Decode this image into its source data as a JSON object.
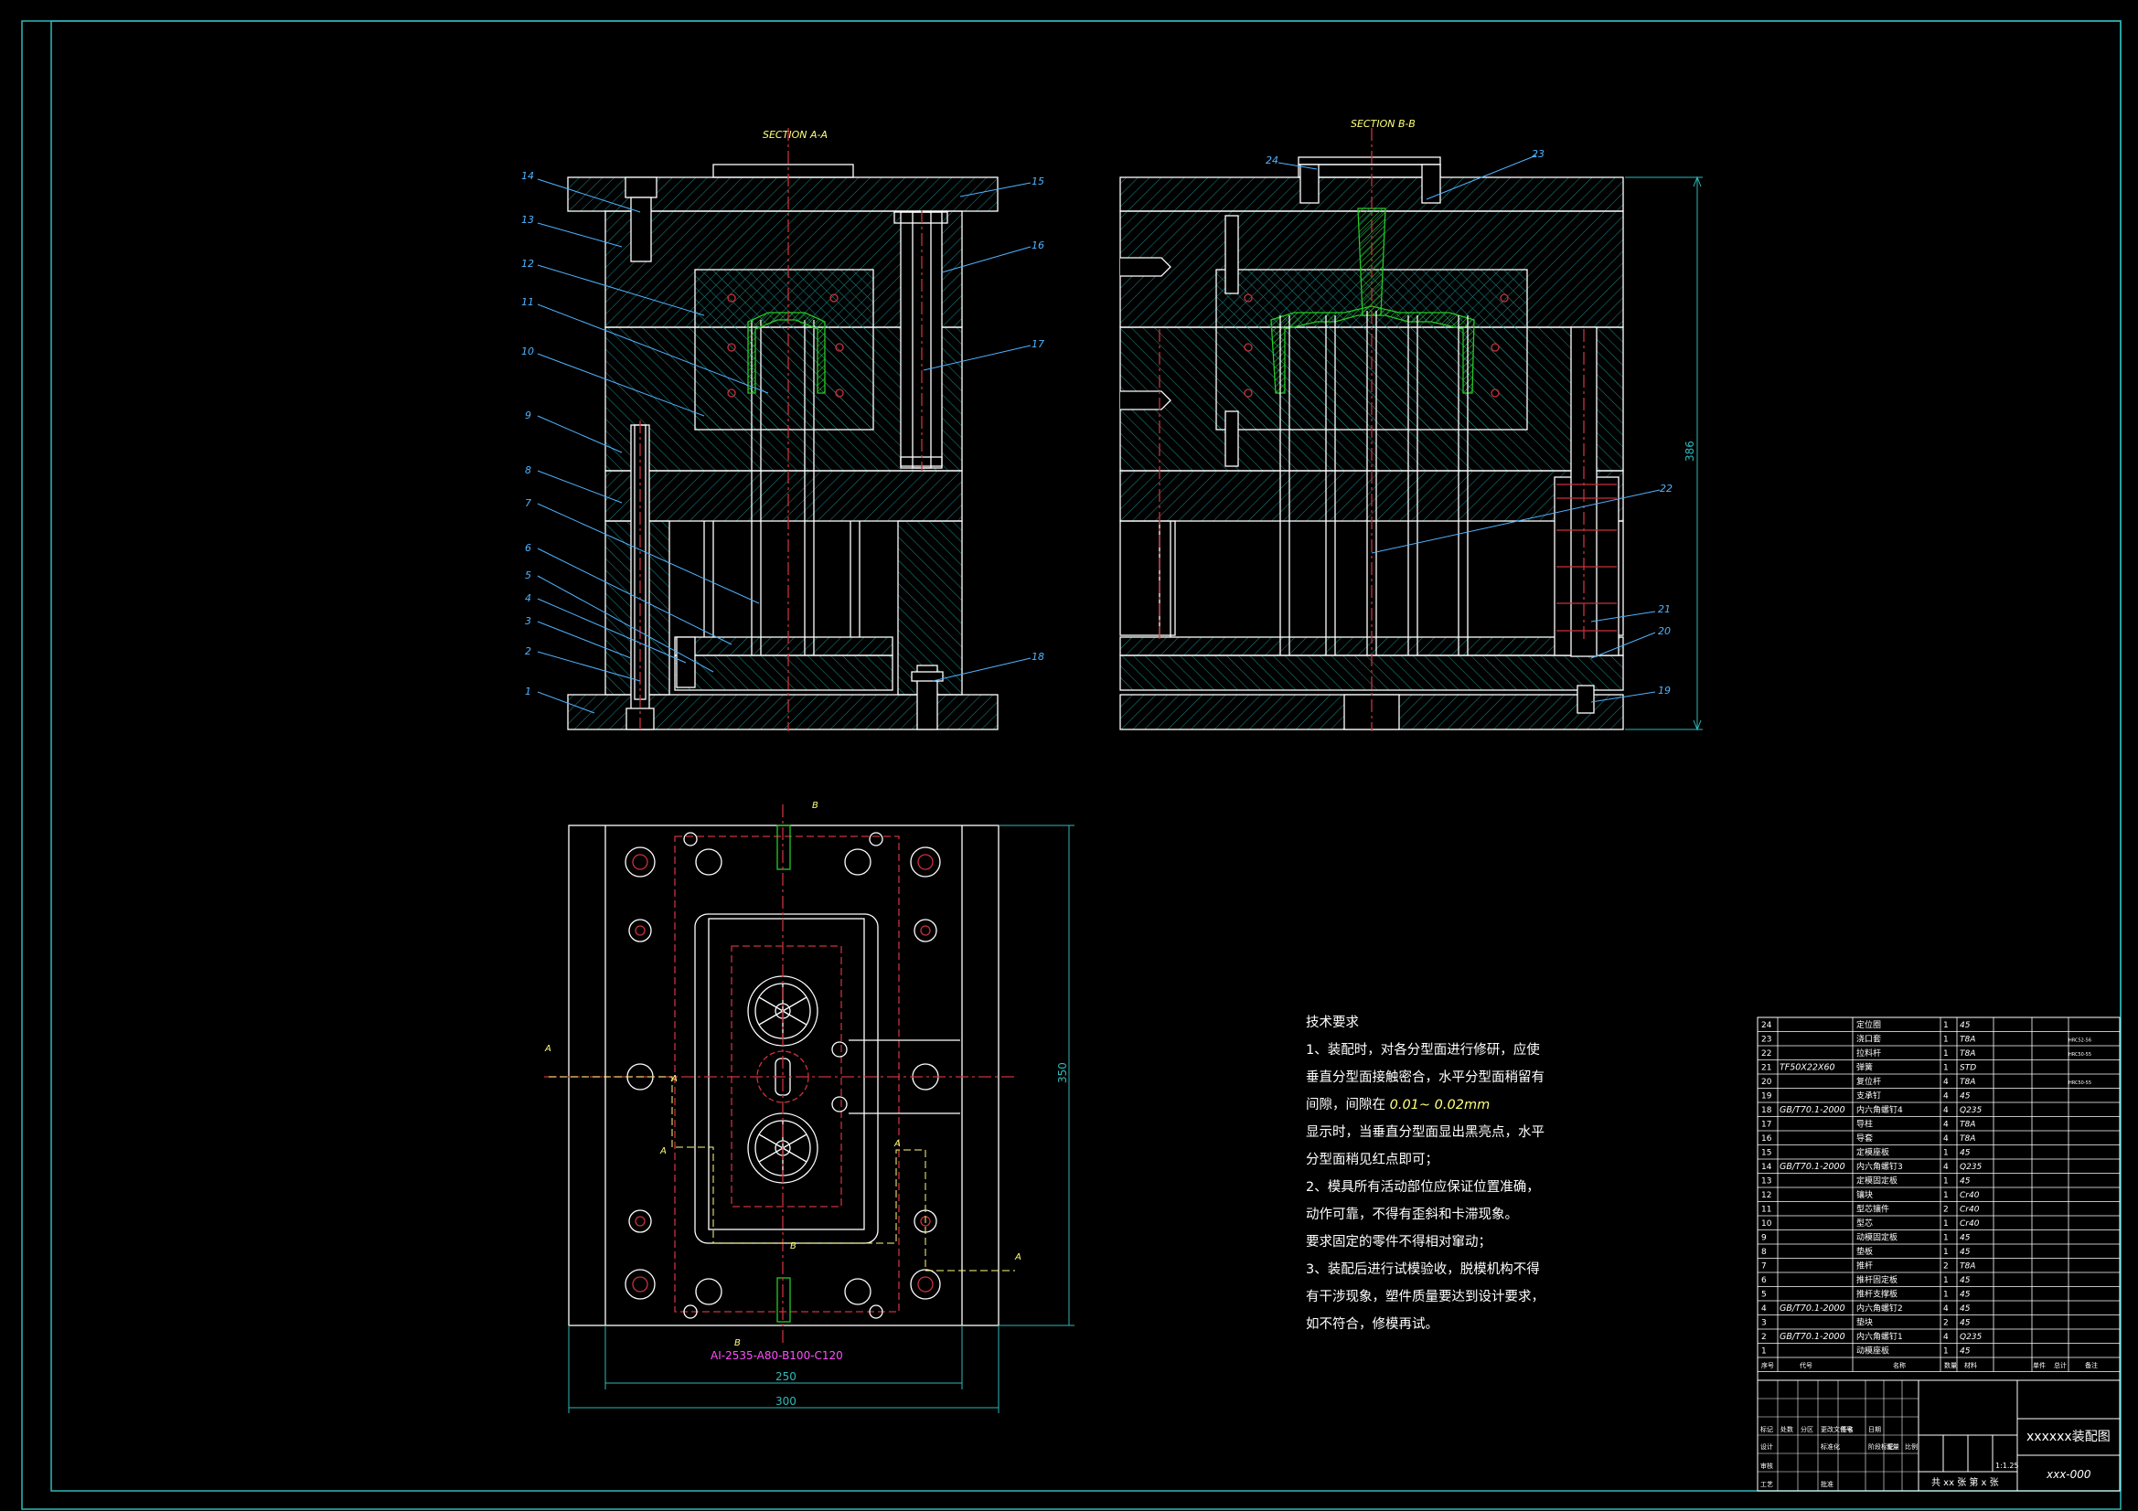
{
  "colors": {
    "bg": "#000000",
    "frame": "#2fb9b9",
    "outline": "#ffffff",
    "hatch": "#1e8a8a",
    "center": "#c8323c",
    "part": "#27c927",
    "leader": "#4fb3ff",
    "dim": "#2fb9b9",
    "label": "#ffff7a",
    "note": "#ff4fff"
  },
  "views": {
    "section_aa": "SECTION A-A",
    "section_bb": "SECTION B-B",
    "callouts_left": [
      "14",
      "13",
      "12",
      "11",
      "10",
      "9",
      "8",
      "7",
      "6",
      "5",
      "4",
      "3",
      "2",
      "1"
    ],
    "callouts_right_left": [
      "15",
      "16",
      "17",
      "18"
    ],
    "callouts_bb": [
      "24",
      "23",
      "22",
      "21",
      "20",
      "19"
    ],
    "dim_386": "386",
    "dim_350": "350",
    "dim_250": "250",
    "dim_300": "300",
    "cut_b": "B",
    "cut_a": "A",
    "mold_base": "AI-2535-A80-B100-C120"
  },
  "tech": {
    "title": "技术要求",
    "l1": "1、装配时，对各分型面进行修研，应使",
    "l2": "垂直分型面接触密合，水平分型面稍留有",
    "l3a": "间隙，间隙在",
    "l3b": "0.01~ 0.02mm",
    "l4": "显示时，当垂直分型面显出黑亮点，水平",
    "l5": "分型面稍见红点即可；",
    "l6": "2、模具所有活动部位应保证位置准确，",
    "l7": "动作可靠，不得有歪斜和卡滞现象。",
    "l8": "要求固定的零件不得相对窜动；",
    "l9": "3、装配后进行试模验收，脱模机构不得",
    "l10": "有干涉现象，塑件质量要达到设计要求，",
    "l11": "如不符合，修模再试。"
  },
  "bom": [
    [
      "24",
      "",
      "定位圈",
      "1",
      "45",
      ""
    ],
    [
      "23",
      "",
      "浇口套",
      "1",
      "T8A",
      "HRC52-56"
    ],
    [
      "22",
      "",
      "拉料杆",
      "1",
      "T8A",
      "HRC50-55"
    ],
    [
      "21",
      "TF50X22X60",
      "弹簧",
      "1",
      "STD",
      ""
    ],
    [
      "20",
      "",
      "复位杆",
      "4",
      "T8A",
      "HRC50-55"
    ],
    [
      "19",
      "",
      "支承钉",
      "4",
      "45",
      ""
    ],
    [
      "18",
      "GB/T70.1-2000",
      "内六角螺钉4",
      "4",
      "Q235",
      ""
    ],
    [
      "17",
      "",
      "导柱",
      "4",
      "T8A",
      ""
    ],
    [
      "16",
      "",
      "导套",
      "4",
      "T8A",
      ""
    ],
    [
      "15",
      "",
      "定模座板",
      "1",
      "45",
      ""
    ],
    [
      "14",
      "GB/T70.1-2000",
      "内六角螺钉3",
      "4",
      "Q235",
      ""
    ],
    [
      "13",
      "",
      "定模固定板",
      "1",
      "45",
      ""
    ],
    [
      "12",
      "",
      "镶块",
      "1",
      "Cr40",
      ""
    ],
    [
      "11",
      "",
      "型芯镶件",
      "2",
      "Cr40",
      ""
    ],
    [
      "10",
      "",
      "型芯",
      "1",
      "Cr40",
      ""
    ],
    [
      "9",
      "",
      "动模固定板",
      "1",
      "45",
      ""
    ],
    [
      "8",
      "",
      "垫板",
      "1",
      "45",
      ""
    ],
    [
      "7",
      "",
      "推杆",
      "2",
      "T8A",
      ""
    ],
    [
      "6",
      "",
      "推杆固定板",
      "1",
      "45",
      ""
    ],
    [
      "5",
      "",
      "推杆支撑板",
      "1",
      "45",
      ""
    ],
    [
      "4",
      "GB/T70.1-2000",
      "内六角螺钉2",
      "4",
      "45",
      ""
    ],
    [
      "3",
      "",
      "垫块",
      "2",
      "45",
      ""
    ],
    [
      "2",
      "GB/T70.1-2000",
      "内六角螺钉1",
      "4",
      "Q235",
      ""
    ],
    [
      "1",
      "",
      "动模座板",
      "1",
      "45",
      ""
    ]
  ],
  "bom_header": [
    "序号",
    "代号",
    "名称",
    "数量",
    "材料",
    "单件",
    "总计",
    "备注"
  ],
  "title_block": {
    "drawing_name": "xxxxxx装配图",
    "drawing_no": "xxx-000",
    "scale": "1:1.25",
    "sheets": "共 xx 张  第 x 张",
    "r1": [
      "标记",
      "处数",
      "分区",
      "更改文件号",
      "签名",
      "日期"
    ],
    "r2": [
      "设计",
      "",
      "",
      "标准化",
      "",
      "阶段标记",
      "重量",
      "比例"
    ],
    "r3": [
      "审核"
    ],
    "r4": [
      "工艺",
      "",
      "",
      "批准"
    ]
  }
}
